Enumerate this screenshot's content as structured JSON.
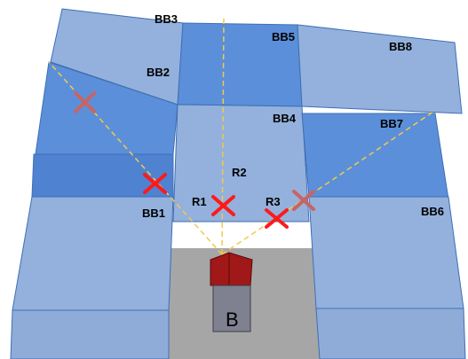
{
  "diagram": {
    "colors": {
      "light": "#93b1dc",
      "dark": "#5b8fd9",
      "front_light": "#8facd8",
      "front_dark": "#4f82d1",
      "ground": "#a6a6a6",
      "ray": "#f2c94c",
      "blocked_marker": "#ff1a1a",
      "faded_marker": "#c86464"
    },
    "buildings": [
      {
        "id": "BB1",
        "label": "BB1"
      },
      {
        "id": "BB2",
        "label": "BB2"
      },
      {
        "id": "BB3",
        "label": "BB3"
      },
      {
        "id": "BB4",
        "label": "BB4"
      },
      {
        "id": "BB5",
        "label": "BB5"
      },
      {
        "id": "BB6",
        "label": "BB6"
      },
      {
        "id": "BB7",
        "label": "BB7"
      },
      {
        "id": "BB8",
        "label": "BB8"
      }
    ],
    "rays": [
      {
        "id": "R1",
        "label": "R1"
      },
      {
        "id": "R2",
        "label": "R2"
      },
      {
        "id": "R3",
        "label": "R3"
      }
    ],
    "base_station": {
      "label": "B",
      "roof_color": "#a01818",
      "body_color": "#7f8090"
    }
  }
}
